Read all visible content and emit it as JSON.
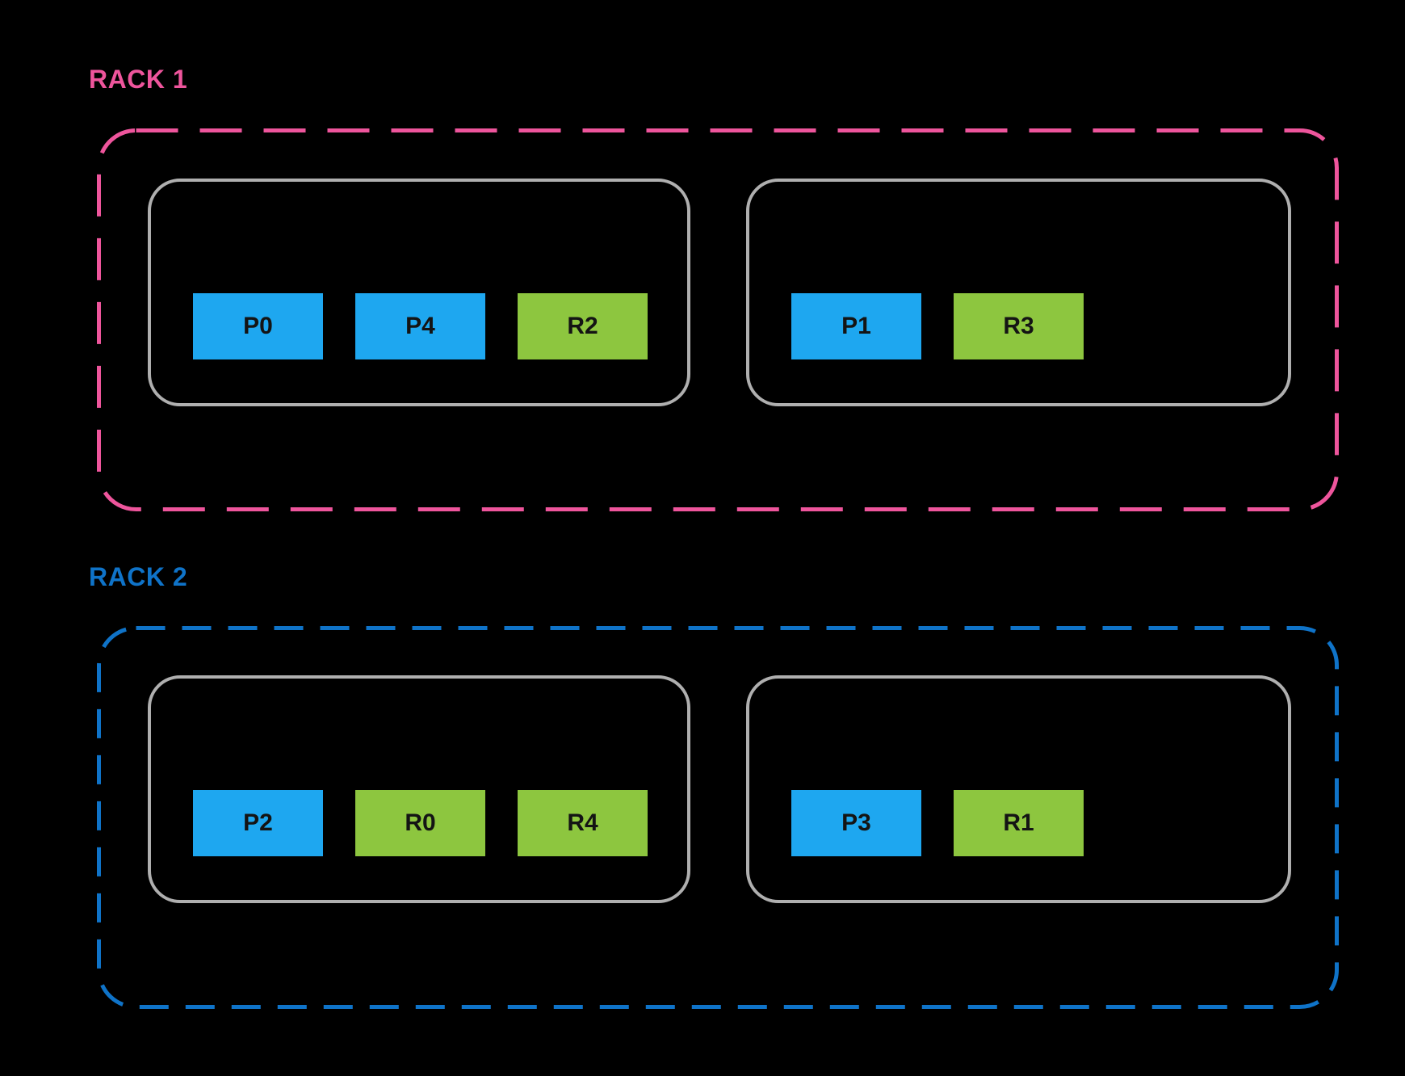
{
  "colors": {
    "background": "#000000",
    "primary_box_blue": "#1EA7F0",
    "replica_box_green": "#8DC63F",
    "rack1_accent_pink": "#EE559C",
    "rack2_accent_blue": "#0F73C8",
    "host_border_gray": "#AFAFAF",
    "box_label_text": "#141414"
  },
  "racks": [
    {
      "label": "RACK 1",
      "accent": "#EE559C",
      "hosts": [
        {
          "slots": [
            {
              "label": "P0",
              "role": "primary"
            },
            {
              "label": "P4",
              "role": "primary"
            },
            {
              "label": "R2",
              "role": "replica"
            }
          ]
        },
        {
          "slots": [
            {
              "label": "P1",
              "role": "primary"
            },
            {
              "label": "R3",
              "role": "replica"
            }
          ]
        }
      ]
    },
    {
      "label": "RACK 2",
      "accent": "#0F73C8",
      "hosts": [
        {
          "slots": [
            {
              "label": "P2",
              "role": "primary"
            },
            {
              "label": "R0",
              "role": "replica"
            },
            {
              "label": "R4",
              "role": "replica"
            }
          ]
        },
        {
          "slots": [
            {
              "label": "P3",
              "role": "primary"
            },
            {
              "label": "R1",
              "role": "replica"
            }
          ]
        }
      ]
    }
  ]
}
